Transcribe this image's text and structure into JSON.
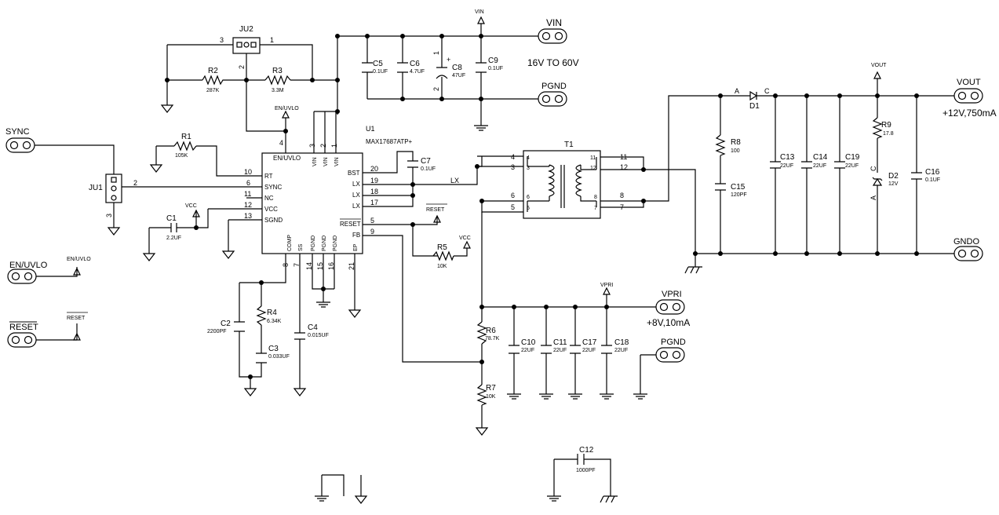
{
  "connectors": {
    "sync": "SYNC",
    "en_uvlo": "EN/UVLO",
    "reset": "RESET",
    "vin": "VIN",
    "vin_range": "16V TO 60V",
    "pgnd_top": "PGND",
    "vout": "VOUT",
    "vout_rating": "+12V,750mA",
    "gndo": "GNDO",
    "vpri": "VPRI",
    "vpri_rating": "+8V,10mA",
    "pgnd_mid": "PGND"
  },
  "net_labels": {
    "vin": "VIN",
    "vout": "VOUT",
    "vpri": "VPRI",
    "vcc_c1": "VCC",
    "vcc_r5": "VCC",
    "en_uvlo_ic": "EN/UVLO",
    "en_uvlo_conn": "EN/UVLO",
    "reset_ic": "RESET",
    "reset_conn": "RESET",
    "lx": "LX"
  },
  "ic": {
    "ref": "U1",
    "part": "MAX17687ATP+",
    "pins": {
      "rt": {
        "name": "RT",
        "num": "10"
      },
      "sync": {
        "name": "SYNC",
        "num": "6"
      },
      "nc": {
        "name": "NC",
        "num": "11"
      },
      "vcc": {
        "name": "VCC",
        "num": "12"
      },
      "sgnd": {
        "name": "SGND",
        "num": "13"
      },
      "en_uvlo": {
        "name": "EN/UVLO",
        "num": "4"
      },
      "vin3": {
        "name": "VIN",
        "num": "3"
      },
      "vin2": {
        "name": "VIN",
        "num": "2"
      },
      "vin1": {
        "name": "VIN",
        "num": "1"
      },
      "bst": {
        "name": "BST",
        "num": "20"
      },
      "lx19": {
        "name": "LX",
        "num": "19"
      },
      "lx18": {
        "name": "LX",
        "num": "18"
      },
      "lx17": {
        "name": "LX",
        "num": "17"
      },
      "reset": {
        "name": "RESET",
        "num": "5"
      },
      "fb": {
        "name": "FB",
        "num": "9"
      },
      "comp": {
        "name": "COMP",
        "num": "8"
      },
      "ss": {
        "name": "SS",
        "num": "7"
      },
      "pgnd14": {
        "name": "PGND",
        "num": "14"
      },
      "pgnd15": {
        "name": "PGND",
        "num": "15"
      },
      "pgnd16": {
        "name": "PGND",
        "num": "16"
      },
      "ep": {
        "name": "EP",
        "num": "21"
      }
    }
  },
  "jumpers": {
    "ju1": {
      "ref": "JU1",
      "pin2": "2",
      "pin3": "3"
    },
    "ju2": {
      "ref": "JU2",
      "pin3": "3",
      "pin1": "1",
      "pin2": "2"
    }
  },
  "transformer": {
    "ref": "T1",
    "pins": {
      "p4": "4",
      "p3": "3",
      "p6": "6",
      "p5": "5",
      "p11": "11",
      "p12": "12",
      "p8": "8",
      "p7": "7"
    }
  },
  "resistors": {
    "r1": {
      "ref": "R1",
      "value": "105K"
    },
    "r2": {
      "ref": "R2",
      "value": "287K"
    },
    "r3": {
      "ref": "R3",
      "value": "3.3M"
    },
    "r4": {
      "ref": "R4",
      "value": "6.34K"
    },
    "r5": {
      "ref": "R5",
      "value": "10K"
    },
    "r6": {
      "ref": "R6",
      "value": "78.7K"
    },
    "r7": {
      "ref": "R7",
      "value": "10K"
    },
    "r8": {
      "ref": "R8",
      "value": "100"
    },
    "r9": {
      "ref": "R9",
      "value": "17.8"
    }
  },
  "capacitors": {
    "c1": {
      "ref": "C1",
      "value": "2.2UF"
    },
    "c2": {
      "ref": "C2",
      "value": "2200PF"
    },
    "c3": {
      "ref": "C3",
      "value": "0.033UF"
    },
    "c4": {
      "ref": "C4",
      "value": "0.015UF"
    },
    "c5": {
      "ref": "C5",
      "value": "0.1UF"
    },
    "c6": {
      "ref": "C6",
      "value": "4.7UF"
    },
    "c7": {
      "ref": "C7",
      "value": "0.1UF"
    },
    "c8": {
      "ref": "C8",
      "value": "47UF",
      "plus": "+",
      "pin1": "1",
      "pin2": "2"
    },
    "c9": {
      "ref": "C9",
      "value": "0.1UF"
    },
    "c10": {
      "ref": "C10",
      "value": "22UF"
    },
    "c11": {
      "ref": "C11",
      "value": "22UF"
    },
    "c12": {
      "ref": "C12",
      "value": "1000PF"
    },
    "c13": {
      "ref": "C13",
      "value": "22UF"
    },
    "c14": {
      "ref": "C14",
      "value": "22UF"
    },
    "c15": {
      "ref": "C15",
      "value": "120PF"
    },
    "c16": {
      "ref": "C16",
      "value": "0.1UF"
    },
    "c17": {
      "ref": "C17",
      "value": "22UF"
    },
    "c18": {
      "ref": "C18",
      "value": "22UF"
    },
    "c19": {
      "ref": "C19",
      "value": "22UF"
    }
  },
  "diodes": {
    "d1": {
      "ref": "D1",
      "anode": "A",
      "cathode": "C"
    },
    "d2": {
      "ref": "D2",
      "value": "12V",
      "anode": "A",
      "cathode": "C"
    }
  }
}
